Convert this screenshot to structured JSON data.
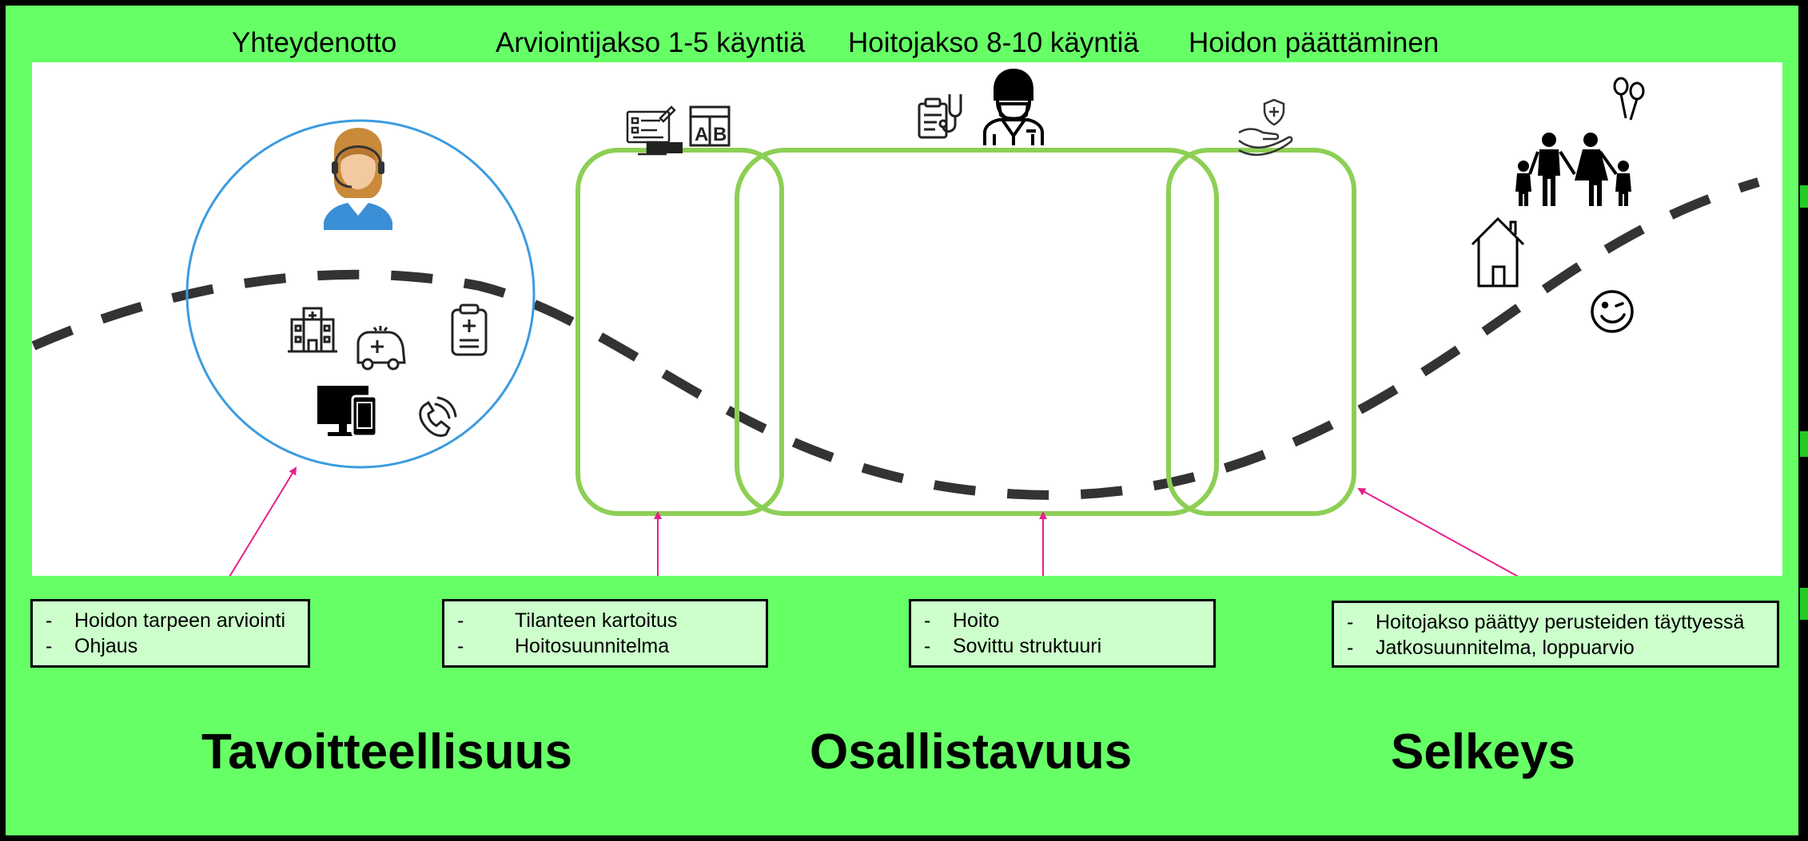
{
  "phases": [
    {
      "label": "Yhteydenotto"
    },
    {
      "label": "Arviointijakso 1-5 käyntiä"
    },
    {
      "label": "Hoitojakso 8-10 käyntiä"
    },
    {
      "label": "Hoidon päättäminen"
    }
  ],
  "notes": [
    {
      "items": [
        "Hoidon tarpeen arviointi",
        "Ohjaus"
      ]
    },
    {
      "items": [
        "Tilanteen kartoitus",
        "Hoitosuunnitelma"
      ]
    },
    {
      "items": [
        "Hoito",
        "Sovittu struktuuri"
      ]
    },
    {
      "items": [
        "Hoitojakso päättyy perusteiden täyttyessä",
        "Jatkosuunnitelma, loppuarvio"
      ]
    }
  ],
  "note_bullet": "-",
  "values": [
    {
      "label": "Tavoitteellisuus"
    },
    {
      "label": "Osallistavuus"
    },
    {
      "label": "Selkeys"
    }
  ],
  "icons": {
    "contact_circle": [
      "customer-service-agent-icon",
      "hospital-icon",
      "ambulance-icon",
      "medical-clipboard-icon",
      "computer-and-phone-icon",
      "phone-call-icon"
    ],
    "assessment": [
      "assessment-form-icon",
      "ab-test-icon"
    ],
    "treatment": [
      "medical-report-icon",
      "doctor-icon"
    ],
    "closing": [
      "care-hand-icon"
    ],
    "outcome": [
      "balloons-icon",
      "family-icon",
      "home-icon",
      "smiley-face-icon"
    ]
  },
  "colors": {
    "background": "#66ff66",
    "canvas": "#ffffff",
    "phase_box": "#8dcf55",
    "contact_circle": "#3b9be0",
    "pointer_arrow": "#e6208a",
    "path": "#333333",
    "note_fill": "#ccffcc"
  }
}
